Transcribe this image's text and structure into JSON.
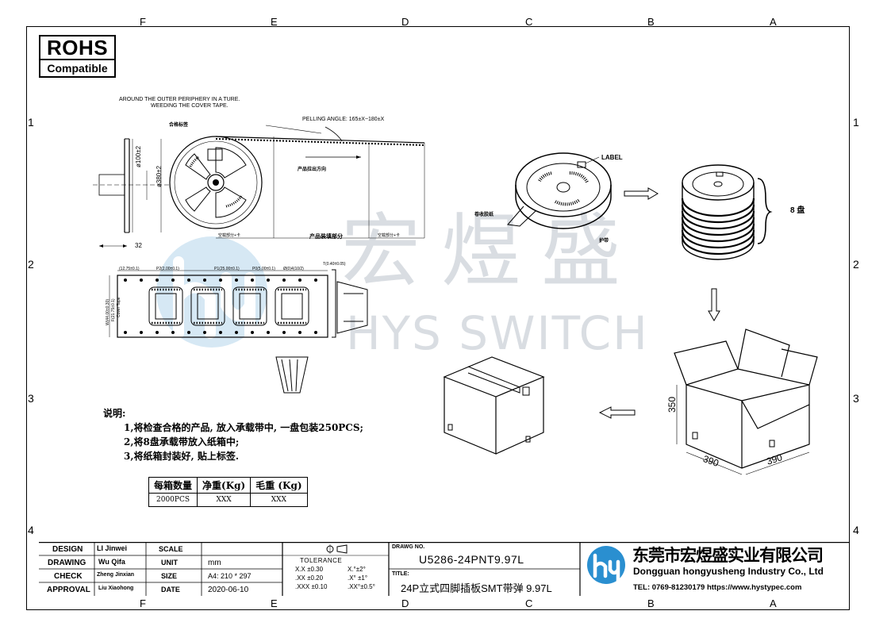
{
  "rohs": {
    "title": "ROHS",
    "subtitle": "Compatible"
  },
  "columns": {
    "top": [
      "F",
      "E",
      "D",
      "C",
      "B",
      "A"
    ],
    "bottom": [
      "F",
      "E",
      "D",
      "C",
      "B",
      "A"
    ]
  },
  "rows": {
    "left": [
      "1",
      "2",
      "3",
      "4"
    ],
    "right": [
      "1",
      "2",
      "3",
      "4"
    ]
  },
  "watermark": {
    "chinese": "宏煜盛",
    "english": "HYS SWITCH"
  },
  "drawing": {
    "around_note_line1": "AROUND THE OUTER PERIPHERY IN A TURE.",
    "around_note_line2": "WEEDING THE COVER TAPE.",
    "peel_angle": "PELLING ANGLE: 165±X~180±X",
    "label_cn": "合格标签",
    "dim_100": "ø100±2",
    "dim_380": "ø380±2",
    "dim_32": "32",
    "direction_cn": "产品拉出方向",
    "section_left": "空载部分+卡",
    "section_mid": "产品装填部分",
    "section_right": "空载部分+卡",
    "pitch_labels": [
      "(12.75±0.1)",
      "P2(2.00±0.1)",
      "P1(25.00±0.1)",
      "P0(5.00±0.1)",
      "Ø(0)4(10/2)",
      "T(0.40±0.05)"
    ],
    "side_labels": [
      "W(44.00±0.30)",
      "F(21.75±0.1)",
      "Cover Tape"
    ]
  },
  "packaging": {
    "label": "LABEL",
    "tape_cn": "卷收胶纸",
    "guard_cn": "护带",
    "stack": "8 盘",
    "box_height": "350",
    "box_w1": "390",
    "box_w2": "390"
  },
  "notes": {
    "title": "说明:",
    "items": [
      "1,将检查合格的产品, 放入承载带中, 一盘包装250PCS;",
      "2,将8盘承载带放入纸箱中;",
      "3,将纸箱封装好, 贴上标签."
    ]
  },
  "weight_table": {
    "headers": [
      "每箱数量",
      "净重(Kg)",
      "毛重 (Kg)"
    ],
    "row": [
      "2000PCS",
      "XXX",
      "XXX"
    ]
  },
  "title_block": {
    "design_label": "DESIGN",
    "design_value": "LI Jinwei",
    "scale_label": "SCALE",
    "drawing_label": "DRAWING",
    "drawing_value": "Wu Qifa",
    "unit_label": "UNIT",
    "unit_value": "mm",
    "check_label": "CHECK",
    "check_value": "Zheng Jinxian",
    "size_label": "SIZE",
    "size_value": "A4: 210 * 297",
    "approval_label": "APPROVAL",
    "approval_value": "Liu Xiaohong",
    "date_label": "DATE",
    "date_value": "2020-06-10",
    "tolerance_label": "TOLERANCE",
    "tol": [
      "X.X  ±0.30",
      "X.°±2°",
      ".XX  ±0.20",
      ".X° ±1°",
      ".XXX ±0.10",
      ".XX°±0.5°"
    ],
    "drawing_no_label": "DRAWG NO.",
    "drawing_no": "U5286-24PNT9.97L",
    "title_label": "TITLE:",
    "title_value": "24P立式四脚插板SMT带弹  9.97L",
    "company_cn": "东莞市宏煜盛实业有限公司",
    "company_en": "Dongguan hongyusheng Industry Co., Ltd",
    "contact": "TEL: 0769-81230179   https://www.hystypec.com"
  },
  "colors": {
    "logo_blue": "#2a8fd0",
    "watermark": "#d9dde2"
  }
}
